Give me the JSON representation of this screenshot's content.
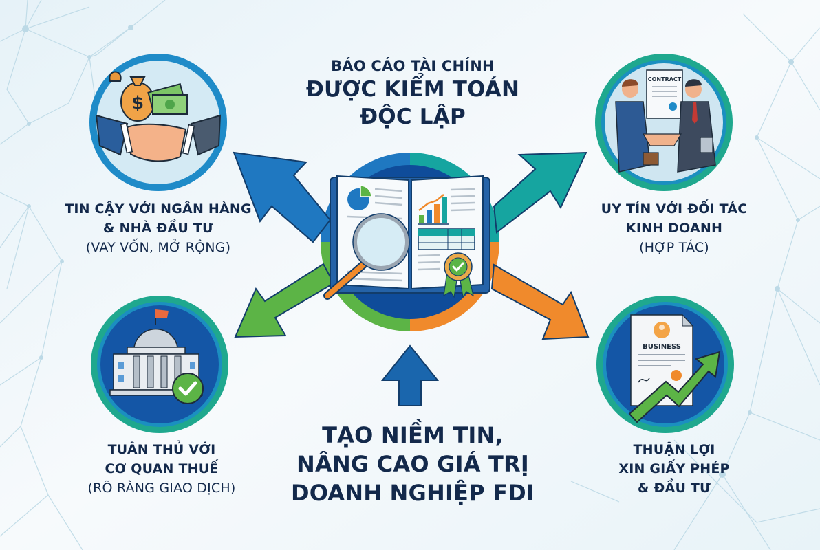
{
  "title": {
    "line1": "BÁO CÁO TÀI CHÍNH",
    "line2": "ĐƯỢC KIỂM TOÁN",
    "line3": "ĐỘC LẬP"
  },
  "benefits": [
    {
      "id": "banks",
      "line1": "TIN CẬY VỚI NGÂN HÀNG",
      "line2": "& NHÀ ĐẦU TƯ",
      "sub": "(VAY VỐN, MỞ RỘNG)",
      "icon": "handshake-money-icon",
      "arrow_color": "#1f78c1"
    },
    {
      "id": "partners",
      "line1": "UY TÍN VỚI ĐỐI TÁC",
      "line2": "KINH DOANH",
      "sub": "(HỢP TÁC)",
      "icon": "contract-handshake-icon",
      "contract_label": "CONTRACT",
      "arrow_color": "#16a5a0"
    },
    {
      "id": "tax",
      "line1": "TUÂN THỦ VỚI",
      "line2": "CƠ QUAN THUẾ",
      "sub": "(RÕ RÀNG GIAO DỊCH)",
      "icon": "government-building-check-icon",
      "arrow_color": "#5cb446"
    },
    {
      "id": "license",
      "line1": "THUẬN LỢI",
      "line2": "XIN GIẤY PHÉP",
      "sub": "& ĐẦU TƯ",
      "icon": "business-license-growth-icon",
      "doc_label": "BUSINESS",
      "arrow_color": "#f08a2c"
    }
  ],
  "conclusion": {
    "line1": "TẠO NIỀM TIN,",
    "line2": "NÂNG CAO GIÁ TRỊ",
    "line3": "DOANH NGHIỆP FDI"
  },
  "colors": {
    "text": "#13294b",
    "blue": "#1f78c1",
    "teal": "#16a5a0",
    "green": "#5cb446",
    "orange": "#f08a2c",
    "navy": "#0f4c9a"
  }
}
